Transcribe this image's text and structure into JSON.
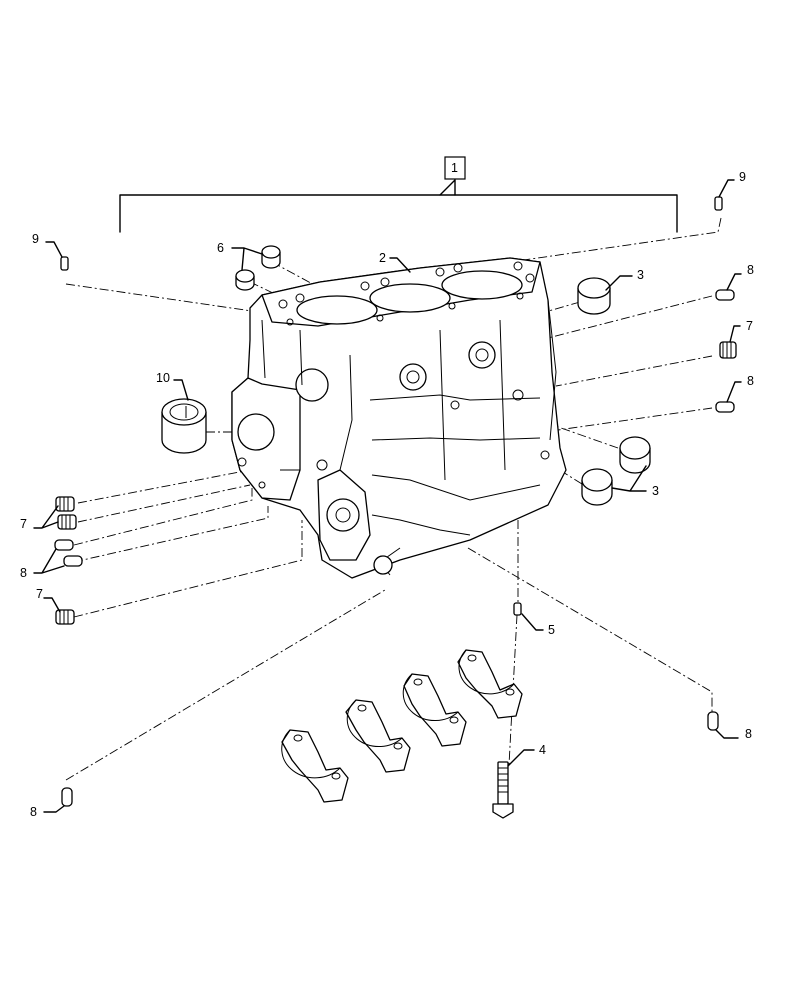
{
  "callouts": {
    "c1": "1",
    "c2": "2",
    "c3a": "3",
    "c3b": "3",
    "c4": "4",
    "c5": "5",
    "c6": "6",
    "c7a": "7",
    "c7b": "7",
    "c7c": "7",
    "c8a": "8",
    "c8b": "8",
    "c8c": "8",
    "c8d": "8",
    "c8e": "8",
    "c9a": "9",
    "c9b": "9",
    "c10": "10"
  }
}
